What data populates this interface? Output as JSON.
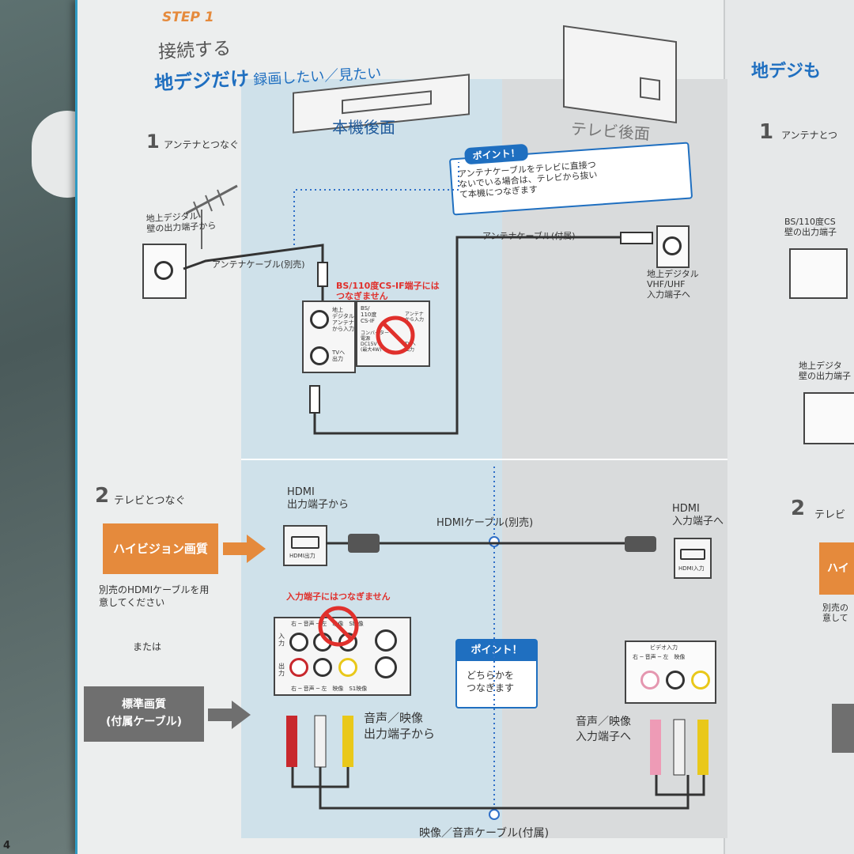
{
  "left_page": {
    "step": "STEP 1",
    "title": "接続する",
    "subtitle_main": "地デジだけ",
    "subtitle_rest": "録画したい／見たい",
    "col_recorder": "本機後面",
    "col_tv": "テレビ後面",
    "page_number": "4",
    "section1": {
      "number": "1",
      "heading": "アンテナとつなぐ",
      "wall_label": "地上デジタル\n壁の出力端子から",
      "cable_sold": "アンテナケーブル(別売)",
      "cable_included": "アンテナケーブル(付属)",
      "warning": "BS/110度CS-IF端子には\nつなぎません",
      "tv_input": "地上デジタル\nVHF/UHF\n入力端子へ",
      "point_badge": "ポイント！",
      "point_text": "アンテナケーブルをテレビに直接つ\nないでいる場合は、テレビから抜い\nて本機につなぎます",
      "panel_left": "地上\nデジタル\nアンテナ\nから入力",
      "panel_tv_out": "TVへ\n出力",
      "panel_bs": "BS/\n110度\nCS-IF",
      "panel_power": "コンバーター\n電源\nDC15V\n(最大4W)",
      "panel_ant": "アンテナ\nから入力",
      "panel_tv2": "TVへ\n出力"
    },
    "section2": {
      "number": "2",
      "heading": "テレビとつなぐ",
      "hd_button": "ハイビジョン画質",
      "hd_note": "別売のHDMIケーブルを用\n意してください",
      "or_text": "または",
      "sd_button": "標準画質\n(付属ケーブル)",
      "hdmi_out_label": "HDMI\n出力端子から",
      "hdmi_in_label": "HDMI\n入力端子へ",
      "hdmi_cable": "HDMIケーブル(別売)",
      "hdmi_port_out": "HDMI出力",
      "hdmi_port_in": "HDMI入力",
      "input_warning": "入力端子にはつなぎません",
      "av_out_label": "音声／映像\n出力端子から",
      "av_in_label": "音声／映像\n入力端子へ",
      "av_cable": "映像／音声ケーブル(付属)",
      "point_badge": "ポイント！",
      "point_text": "どちらかを\nつなぎます",
      "rec_panel_top": "右 ─ 音声 ─ 左　映像　S映像",
      "rec_panel_bottom": "右 ─ 音声 ─ 左　映像　S1映像",
      "rec_panel_in": "入\n力",
      "rec_panel_out": "出\n力",
      "tv_panel_title": "ビデオ入力",
      "tv_panel_sub": "右 ─ 音声 ─ 左　映像"
    }
  },
  "right_page": {
    "title": "地デジも",
    "section1_number": "1",
    "section1_heading": "アンテナとつ",
    "wall_bs": "BS/110度CS\n壁の出力端子",
    "wall_terrestrial": "地上デジタ\n壁の出力端子",
    "section2_number": "2",
    "section2_heading": "テレビ",
    "hd_button": "ハイ",
    "note": "別売の\n意して"
  },
  "colors": {
    "recorder_column": "#cfe1ea",
    "tv_column": "#d9dbdc",
    "accent_orange": "#e58a3c",
    "standard_gray": "#6f6f6f",
    "heading_blue": "#1f6fc0",
    "warning_red": "#e0302c",
    "point_badge": "#1f6fc0"
  }
}
